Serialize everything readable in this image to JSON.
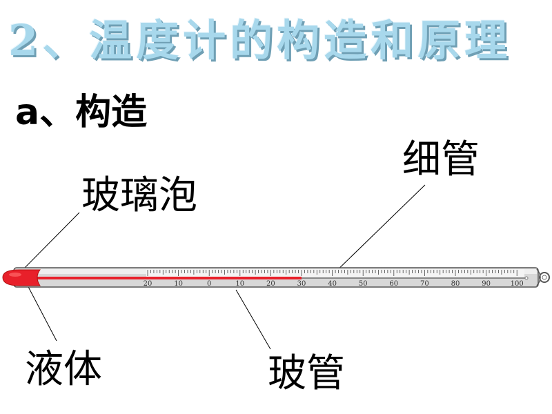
{
  "title": "2、温度计的构造和原理",
  "subtitle": "a、构造",
  "labels": {
    "bulb": "玻璃泡",
    "capillary": "细管",
    "liquid": "液体",
    "glass_tube": "玻管"
  },
  "scale": {
    "tick_labels": [
      "20",
      "10",
      "0",
      "10",
      "20",
      "30",
      "40",
      "50",
      "60",
      "70",
      "80",
      "90",
      "100"
    ],
    "liquid_reading": 30
  },
  "colors": {
    "title": "#a8d8ec",
    "liquid": "#e8202a",
    "tube": "#d6d6d6"
  }
}
